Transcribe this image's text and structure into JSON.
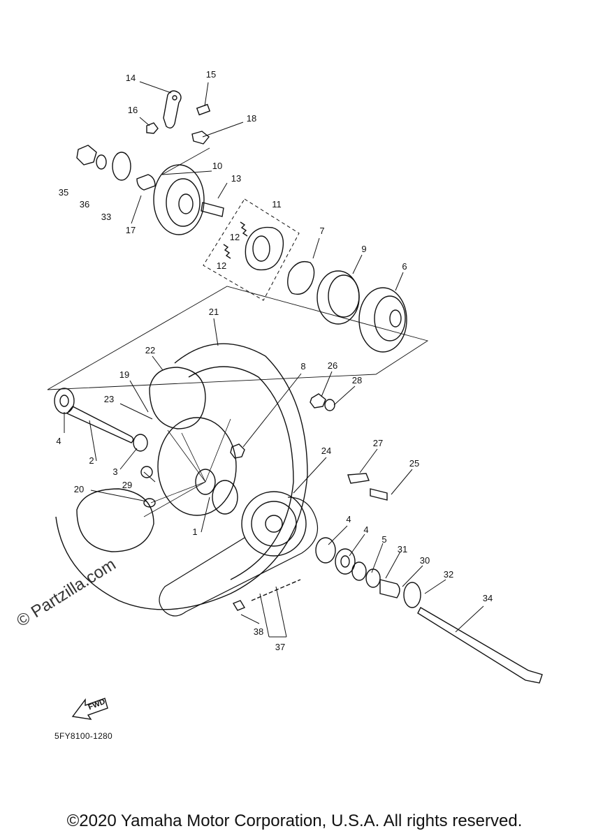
{
  "diagram_code": "5FY8100-1280",
  "copyright": "©2020 Yamaha Motor Corporation, U.S.A. All rights reserved.",
  "watermark": "© Partzilla.com",
  "fwd_label": "FWD",
  "callouts": [
    {
      "id": "1",
      "label": "1"
    },
    {
      "id": "2",
      "label": "2"
    },
    {
      "id": "3",
      "label": "3"
    },
    {
      "id": "4a",
      "label": "4"
    },
    {
      "id": "4b",
      "label": "4"
    },
    {
      "id": "4c",
      "label": "4"
    },
    {
      "id": "5",
      "label": "5"
    },
    {
      "id": "6",
      "label": "6"
    },
    {
      "id": "7",
      "label": "7"
    },
    {
      "id": "8",
      "label": "8"
    },
    {
      "id": "9",
      "label": "9"
    },
    {
      "id": "10",
      "label": "10"
    },
    {
      "id": "11",
      "label": "11"
    },
    {
      "id": "12a",
      "label": "12"
    },
    {
      "id": "12b",
      "label": "12"
    },
    {
      "id": "13",
      "label": "13"
    },
    {
      "id": "14",
      "label": "14"
    },
    {
      "id": "15",
      "label": "15"
    },
    {
      "id": "16",
      "label": "16"
    },
    {
      "id": "17",
      "label": "17"
    },
    {
      "id": "18",
      "label": "18"
    },
    {
      "id": "19",
      "label": "19"
    },
    {
      "id": "20",
      "label": "20"
    },
    {
      "id": "21",
      "label": "21"
    },
    {
      "id": "22",
      "label": "22"
    },
    {
      "id": "23",
      "label": "23"
    },
    {
      "id": "24",
      "label": "24"
    },
    {
      "id": "25",
      "label": "25"
    },
    {
      "id": "26",
      "label": "26"
    },
    {
      "id": "27",
      "label": "27"
    },
    {
      "id": "28",
      "label": "28"
    },
    {
      "id": "29",
      "label": "29"
    },
    {
      "id": "30",
      "label": "30"
    },
    {
      "id": "31",
      "label": "31"
    },
    {
      "id": "32",
      "label": "32"
    },
    {
      "id": "33",
      "label": "33"
    },
    {
      "id": "34",
      "label": "34"
    },
    {
      "id": "35",
      "label": "35"
    },
    {
      "id": "36",
      "label": "36"
    },
    {
      "id": "37",
      "label": "37"
    },
    {
      "id": "38",
      "label": "38"
    }
  ]
}
